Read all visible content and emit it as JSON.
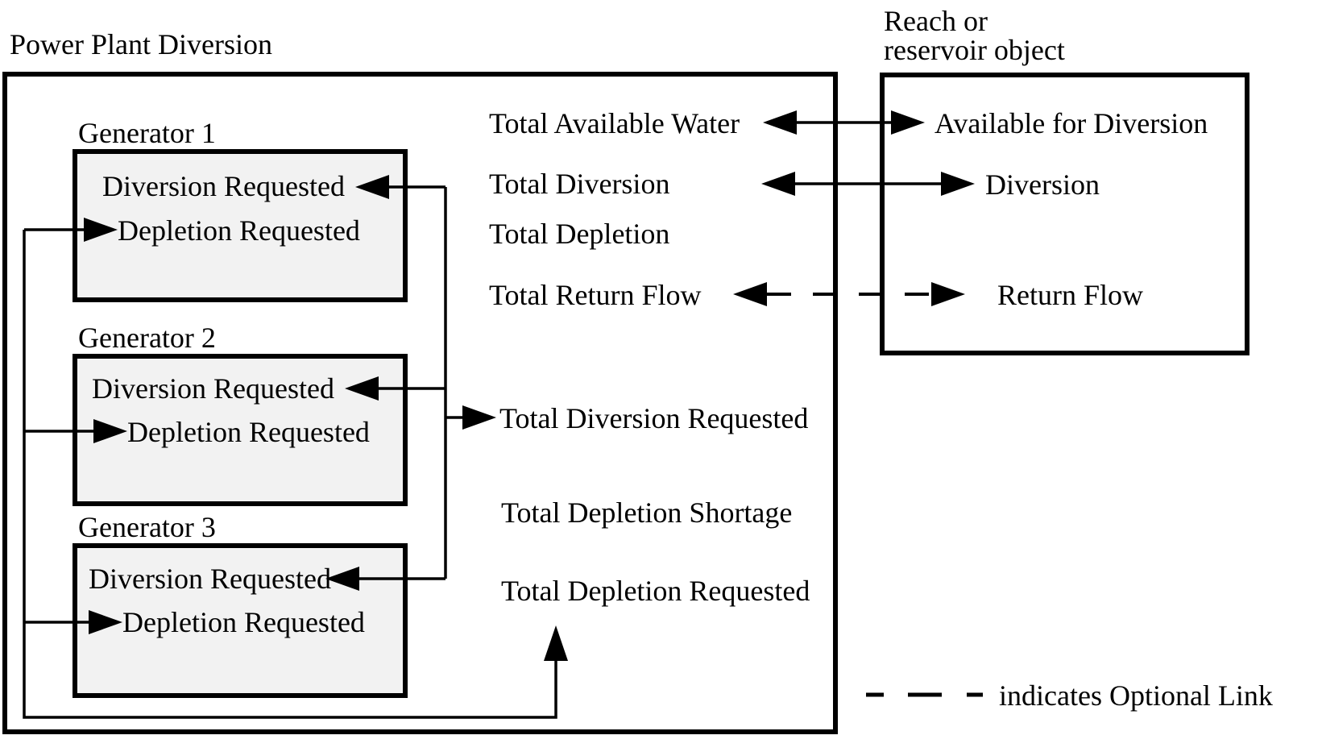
{
  "power_plant_box": {
    "title": "Power Plant Diversion",
    "generators": [
      {
        "label": "Generator 1",
        "diversion": "Diversion Requested",
        "depletion": "Depletion Requested"
      },
      {
        "label": "Generator 2",
        "diversion": "Diversion Requested",
        "depletion": "Depletion Requested"
      },
      {
        "label": "Generator 3",
        "diversion": "Diversion Requested",
        "depletion": "Depletion Requested"
      }
    ],
    "totals": {
      "available_water": "Total Available Water",
      "diversion": "Total Diversion",
      "depletion": "Total Depletion",
      "return_flow": "Total Return Flow",
      "diversion_requested": "Total Diversion Requested",
      "depletion_shortage": "Total Depletion Shortage",
      "depletion_requested": "Total Depletion Requested"
    }
  },
  "reach_box": {
    "title_lines": [
      "Reach or",
      "reservoir object"
    ],
    "slots": {
      "available_for_diversion": "Available for Diversion",
      "diversion": "Diversion",
      "return_flow": "Return Flow"
    }
  },
  "legend": {
    "optional_link": "indicates Optional Link"
  },
  "colors": {
    "line": "#000000",
    "generator_fill": "#f2f2f2",
    "background": "#ffffff"
  }
}
